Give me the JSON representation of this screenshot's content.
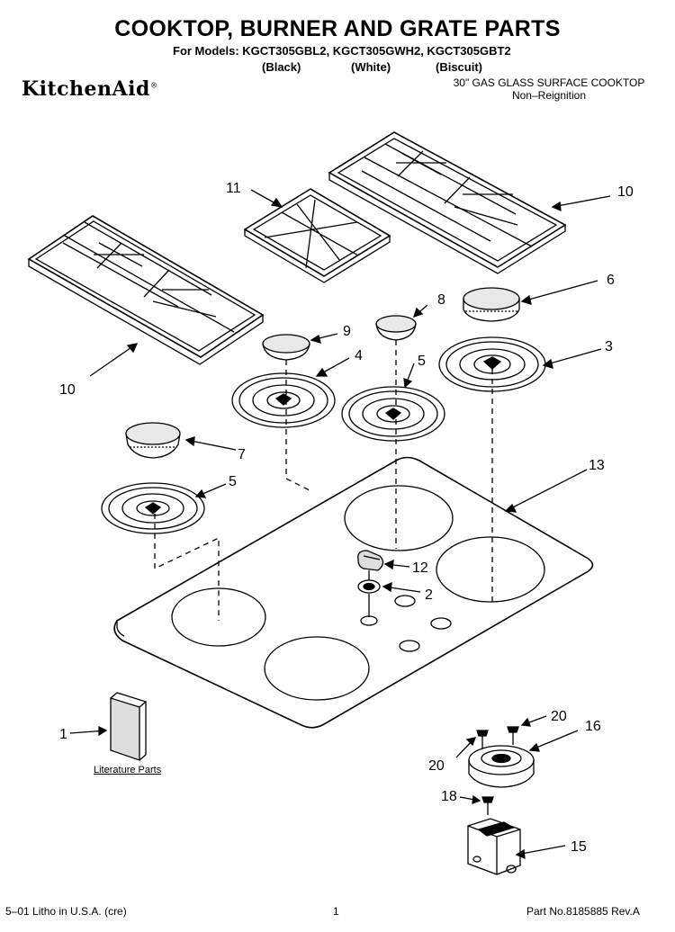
{
  "header": {
    "title": "COOKTOP, BURNER AND GRATE PARTS",
    "models": "For Models: KGCT305GBL2, KGCT305GWH2, KGCT305GBT2",
    "colors": [
      "(Black)",
      "(White)",
      "(Biscuit)"
    ],
    "brand": "KitchenAid",
    "product_line1": "30\" GAS GLASS SURFACE COOKTOP",
    "product_line2": "Non–Reignition"
  },
  "callouts": {
    "c1": "1",
    "c2": "2",
    "c3": "3",
    "c4": "4",
    "c5a": "5",
    "c5b": "5",
    "c6": "6",
    "c7": "7",
    "c8": "8",
    "c9": "9",
    "c10a": "10",
    "c10b": "10",
    "c11": "11",
    "c12": "12",
    "c13": "13",
    "c15": "15",
    "c16": "16",
    "c18": "18",
    "c20a": "20",
    "c20b": "20"
  },
  "literature_label": "Literature Parts",
  "footer": {
    "left": "5–01 Litho in U.S.A. (cre)",
    "center": "1",
    "right": "Part No.8185885 Rev.A"
  }
}
